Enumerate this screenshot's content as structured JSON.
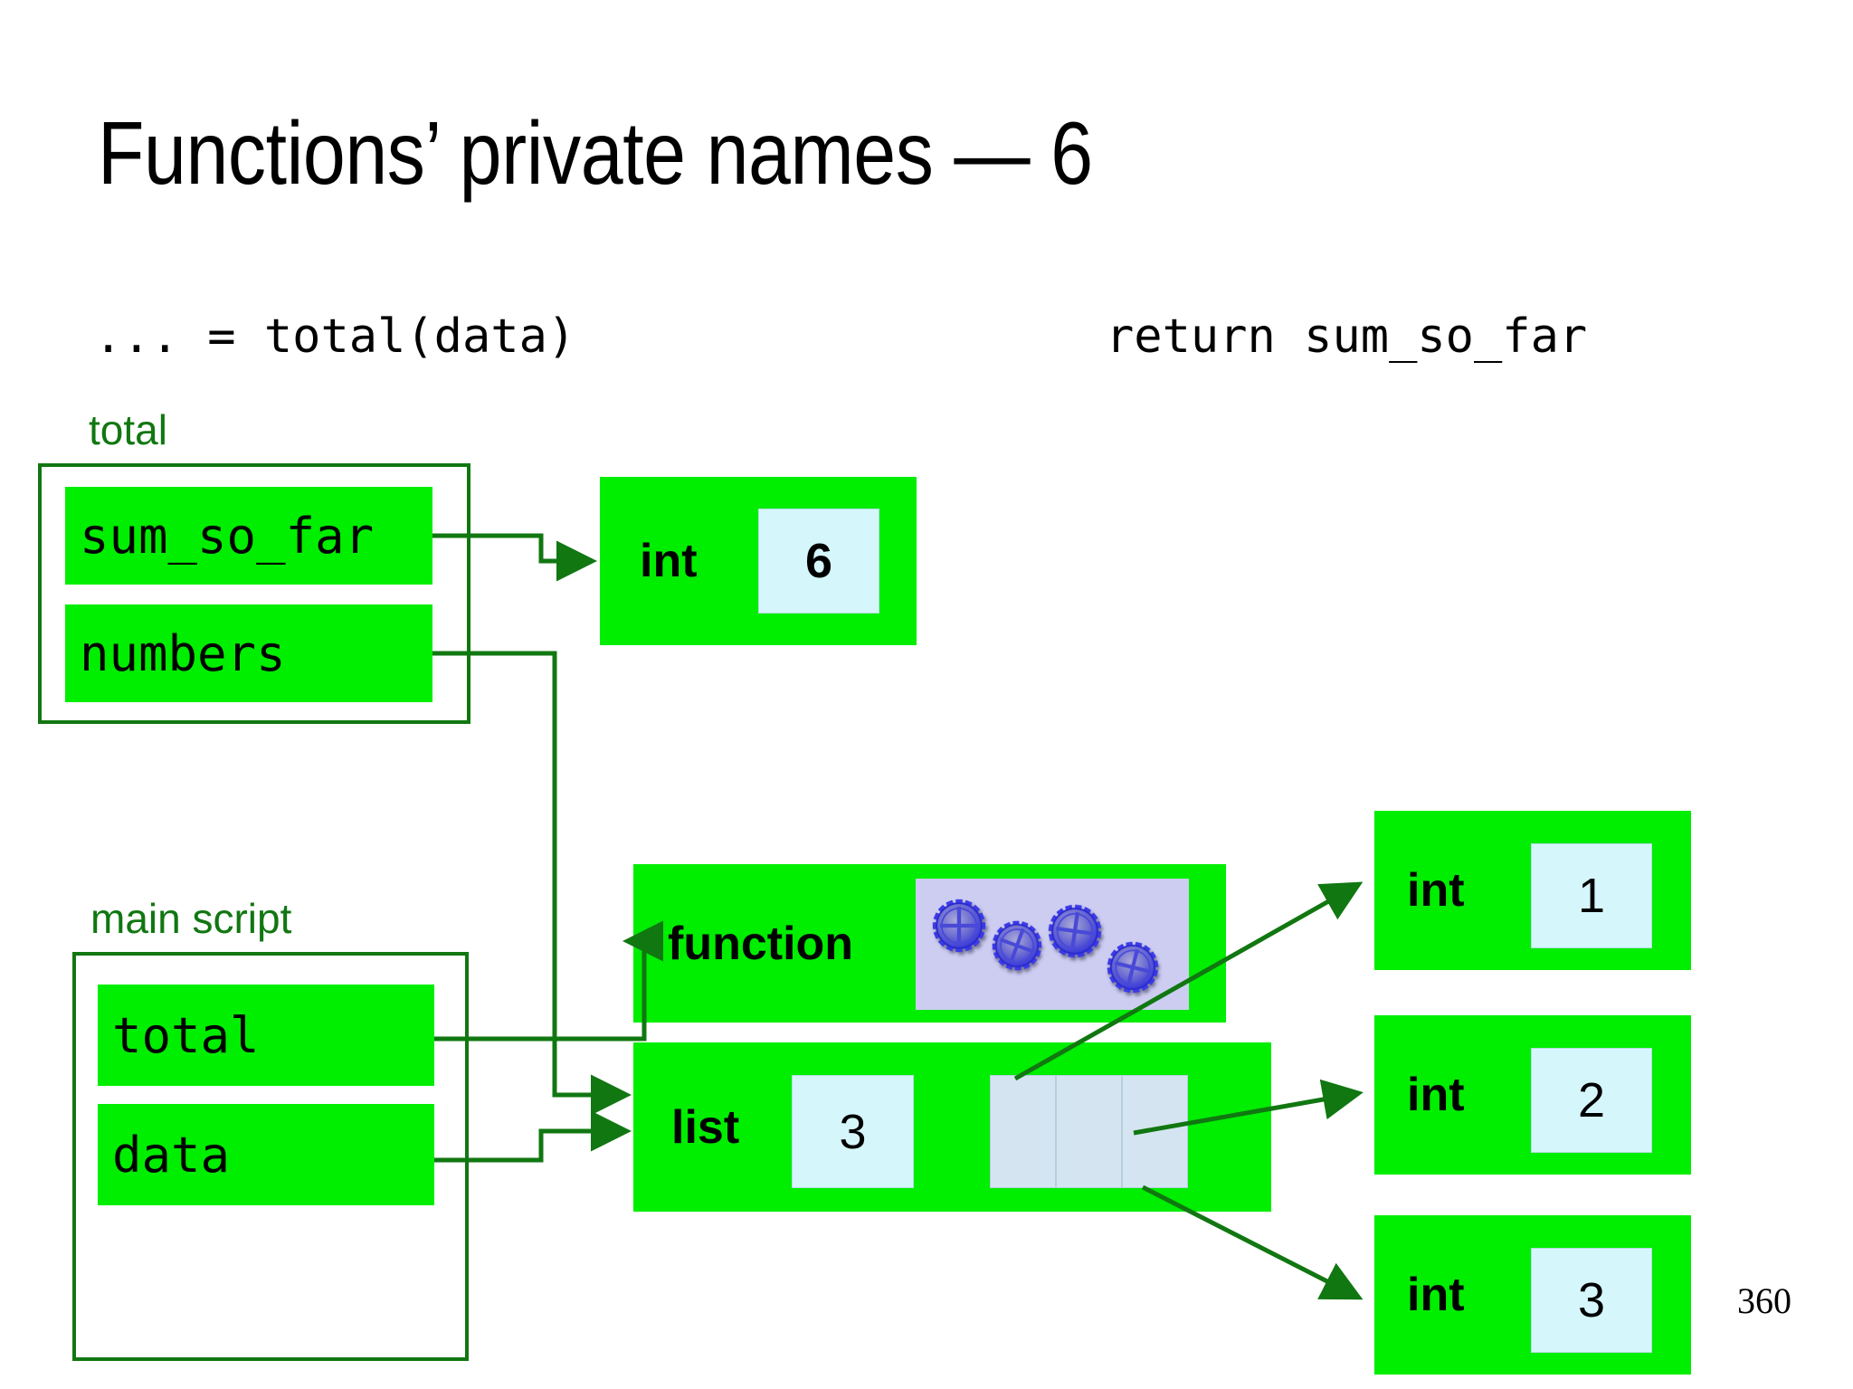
{
  "slide": {
    "title": "Functions’ private names — 6",
    "page_number": "360"
  },
  "code": {
    "call_line": "... = total(data)",
    "return_line": "return sum_so_far"
  },
  "namespaces": [
    {
      "id": "total",
      "label": "total",
      "variables": [
        "sum_so_far",
        "numbers"
      ]
    },
    {
      "id": "main",
      "label": "main script",
      "variables": [
        "total",
        "data"
      ]
    }
  ],
  "objects": {
    "int_six": {
      "type": "int",
      "value": "6"
    },
    "function": {
      "type": "function",
      "icon": "gears-icon"
    },
    "list": {
      "type": "list",
      "length": "3",
      "slots": [
        "",
        "",
        ""
      ]
    },
    "int_one": {
      "type": "int",
      "value": "1"
    },
    "int_two": {
      "type": "int",
      "value": "2"
    },
    "int_three": {
      "type": "int",
      "value": "3"
    }
  },
  "colors": {
    "object_green": "#00ee00",
    "frame_green": "#117711",
    "value_cyan": "#d5f7fb",
    "slot_blue": "#d4e5f1",
    "gear_panel": "#cdcdf2",
    "gear_blue": "#3a3ae6"
  }
}
